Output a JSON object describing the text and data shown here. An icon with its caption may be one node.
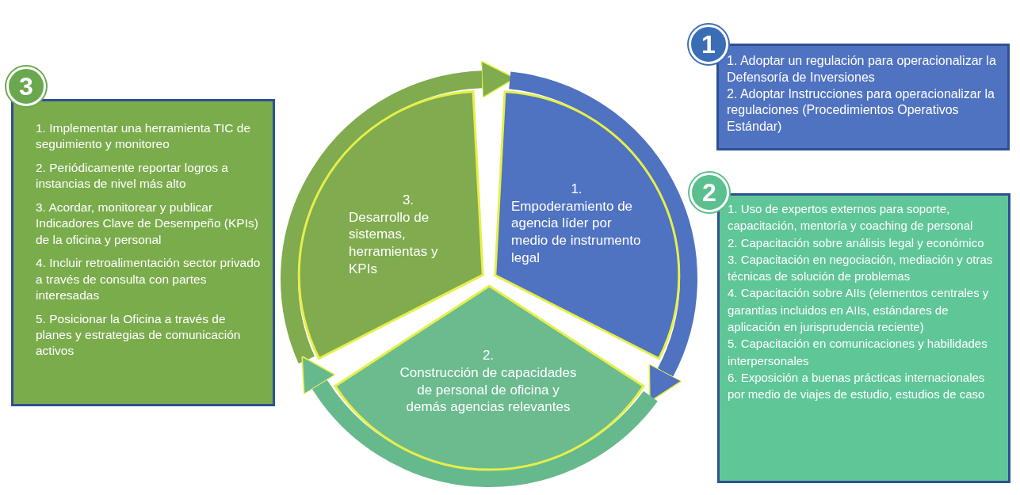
{
  "diagram": {
    "nodes": [
      {
        "text": [
          "3"
        ]
      },
      {
        "text": [
          "1. Implementar una herramienta TIC de seguimiento y monitoreo",
          "2. Periódicamente reportar logros a instancias de nivel más alto",
          "3. Acordar, monitorear y publicar Indicadores Clave de Desempeño (KPIs) de la oficina y personal",
          "4. Incluir retroalimentación sector privado a través de consulta con partes interesadas",
          "5. Posicionar la Oficina a través de planes y estrategias de comunicación activos"
        ]
      },
      {
        "text": [
          "3.",
          "Desarrollo de sistemas, herramientas y KPIs"
        ]
      },
      {
        "text": [
          "1.",
          "Empoderamiento de agencia líder por medio de instrumento legal"
        ]
      },
      {
        "text": [
          "1"
        ]
      },
      {
        "text": [
          "1. Adoptar un regulación para operacionalizar la Defensoría de Inversiones",
          "2. Adoptar Instrucciones para operacionalizar la regulaciones (Procedimientos Operativos Estándar)"
        ]
      },
      {
        "text": [
          "2"
        ]
      },
      {
        "text": [
          "1. Uso de expertos externos para soporte, capacitación, mentoría y coaching de personal",
          "2. Capacitación sobre análisis legal y económico",
          "3. Capacitación en negociación, mediación y otras técnicas de solución de problemas",
          "4. Capacitación sobre AIIs (elementos centrales y garantías incluidos en AIIs, estándares de aplicación en jurisprudencia reciente)",
          "5. Capacitación en comunicaciones y habilidades interpersonales",
          "6. Exposición a buenas prácticas internacionales por medio de viajes de estudio, estudios de caso"
        ]
      },
      {
        "text": [
          "2.",
          "Construcción de capacidades de personal de oficina y demás agencias relevantes"
        ]
      }
    ],
    "edges": [
      {
        "from": 2,
        "to": 3,
        "arrow": "to",
        "color": "#80ab4e"
      },
      {
        "from": 3,
        "to": 8,
        "arrow": "to",
        "color": "#4f72c1"
      },
      {
        "from": 8,
        "to": 2,
        "arrow": "to",
        "color": "#66b98d"
      }
    ]
  }
}
